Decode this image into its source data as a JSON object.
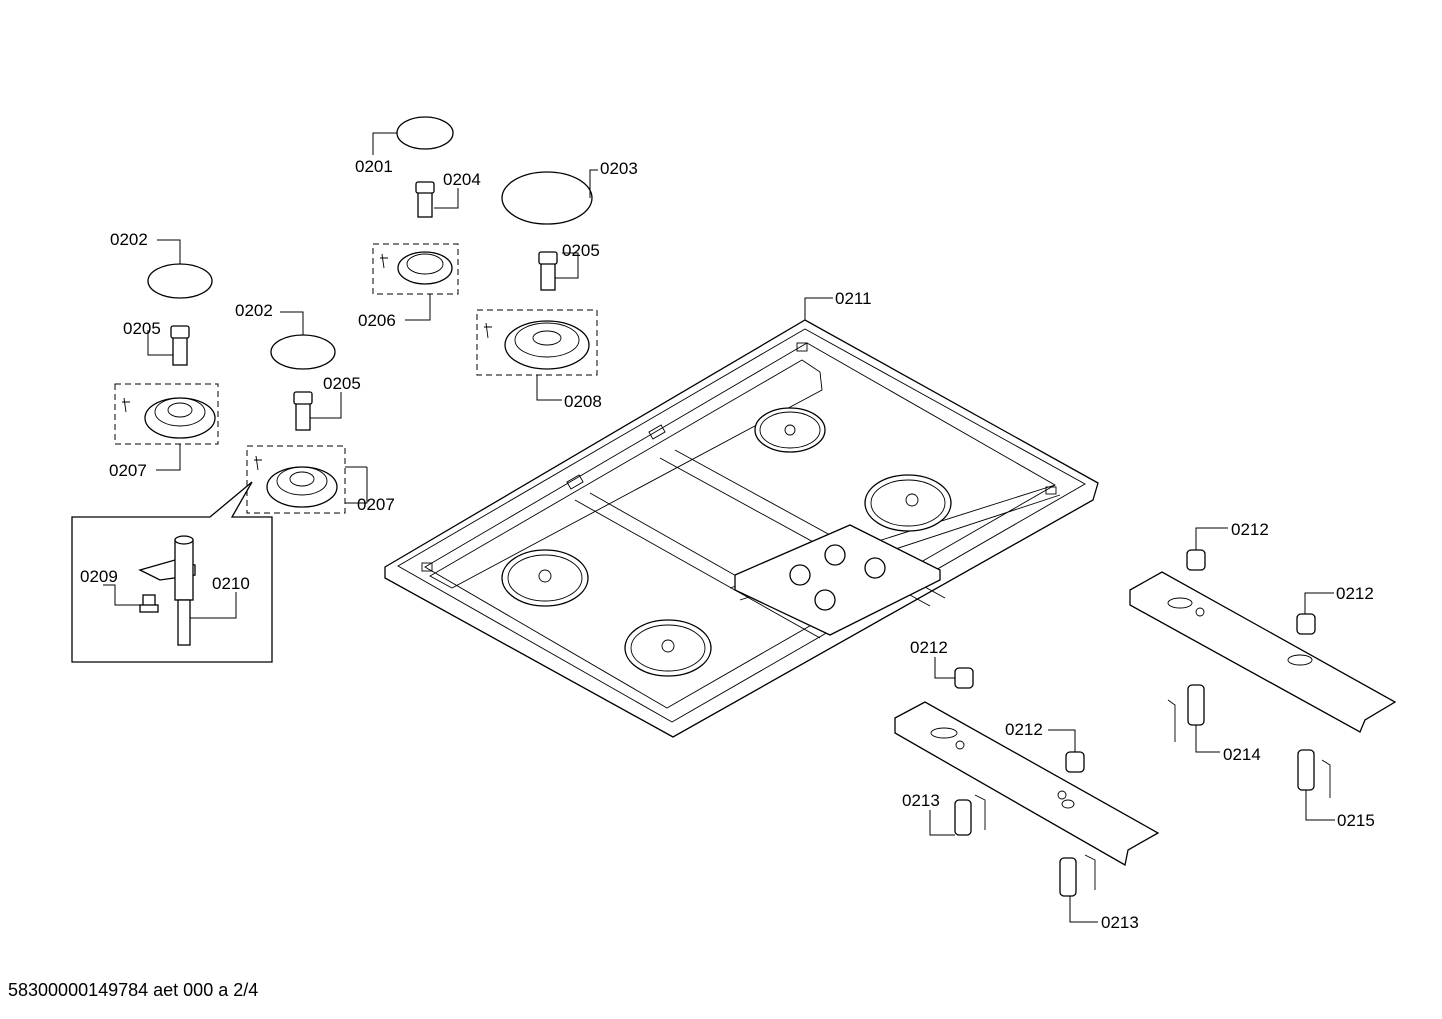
{
  "labels": {
    "p0201": "0201",
    "p0202a": "0202",
    "p0202b": "0202",
    "p0203": "0203",
    "p0204": "0204",
    "p0205a": "0205",
    "p0205b": "0205",
    "p0205c": "0205",
    "p0206": "0206",
    "p0207a": "0207",
    "p0207b": "0207",
    "p0208": "0208",
    "p0209": "0209",
    "p0210": "0210",
    "p0211": "0211",
    "p0212a": "0212",
    "p0212b": "0212",
    "p0212c": "0212",
    "p0212d": "0212",
    "p0213a": "0213",
    "p0213b": "0213",
    "p0214": "0214",
    "p0215": "0215"
  },
  "document_ref": "58300000149784 aet 000 a 2/4"
}
